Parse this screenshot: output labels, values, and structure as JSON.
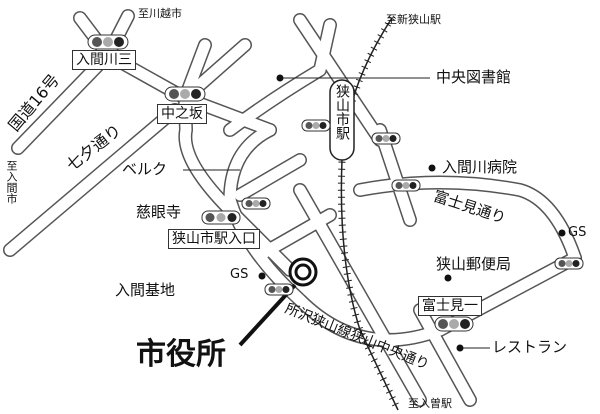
{
  "destinations": {
    "kawagoe": "至川越市",
    "shinsayama": "至新狭山駅",
    "iruma": "至入間市",
    "irisoe": "至入曽駅"
  },
  "roads": {
    "route16": "国道16号",
    "tanabata": "七夕通り",
    "fujimi": "富士見通り",
    "tokorozawa": "所沢狭山線狭山中央通り"
  },
  "signals": {
    "irumagawa3": "入間川三",
    "nakanosaka": "中之坂",
    "station_entrance": "狭山市駅入口",
    "fujimi1": "富士見一"
  },
  "landmarks": {
    "library": "中央図書館",
    "station": "狭山市駅",
    "hospital": "入間川病院",
    "belc": "ベルク",
    "jigenji": "慈眼寺",
    "gs1": "GS",
    "gs2": "GS",
    "post": "狭山郵便局",
    "base": "入間基地",
    "restaurant": "レストラン",
    "city_hall": "市役所"
  },
  "colors": {
    "road_edge": "#555555",
    "signal_red": "#555555",
    "signal_yellow": "#aaaaaa",
    "signal_blue": "#222222"
  }
}
